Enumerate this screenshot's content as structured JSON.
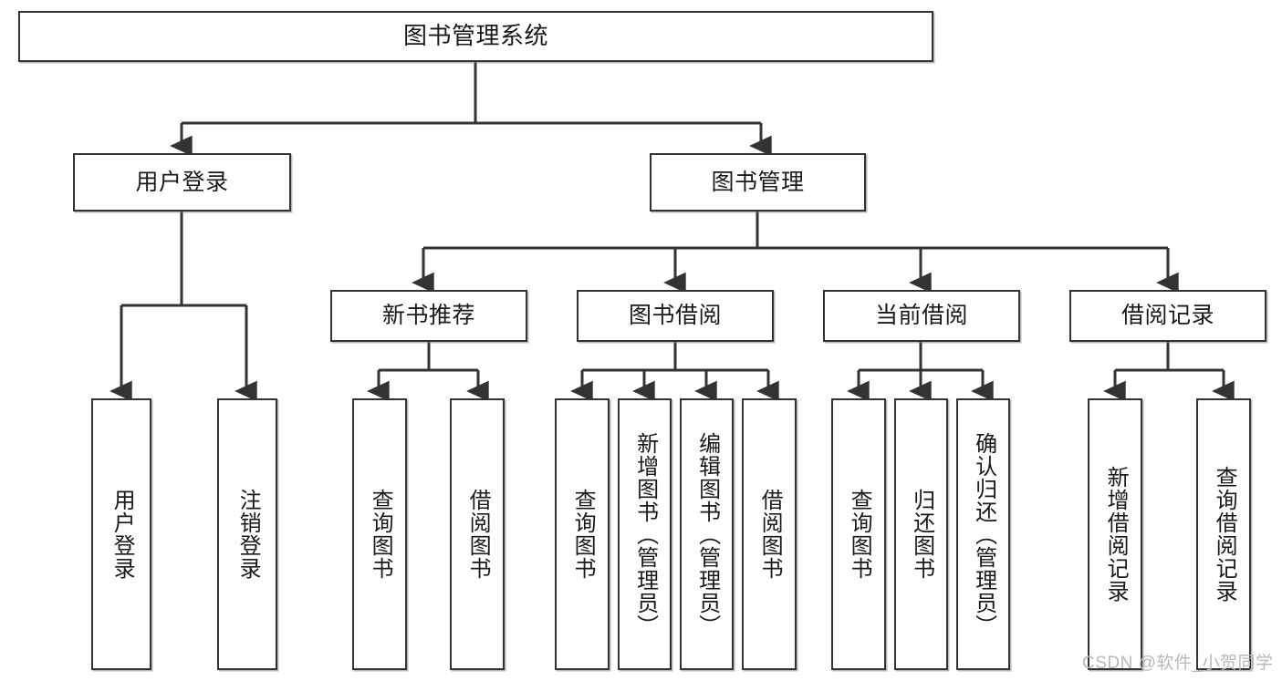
{
  "diagram": {
    "type": "tree-hierarchy",
    "title": "图书管理系统",
    "watermark": "CSDN @软件_小贺同学",
    "colors": {
      "box_border": "#333333",
      "box_fill": "#ffffff",
      "edge": "#333333",
      "text": "#1a1a1a",
      "watermark": "#b9b9b9",
      "background": "#ffffff"
    },
    "nodes": {
      "root": {
        "label": "图书管理系统"
      },
      "level2": [
        {
          "id": "user-login",
          "label": "用户登录"
        },
        {
          "id": "book-manage",
          "label": "图书管理"
        }
      ],
      "level3": [
        {
          "id": "new-book-recommend",
          "label": "新书推荐"
        },
        {
          "id": "book-borrow",
          "label": "图书借阅"
        },
        {
          "id": "current-borrow",
          "label": "当前借阅"
        },
        {
          "id": "borrow-record",
          "label": "借阅记录"
        }
      ],
      "leaves": {
        "user-login": [
          {
            "id": "leaf-user-login",
            "label": "用户登录"
          },
          {
            "id": "leaf-logout-login",
            "label": "注销登录"
          }
        ],
        "new-book-recommend": [
          {
            "id": "leaf-query-book-1",
            "label": "查询图书"
          },
          {
            "id": "leaf-borrow-book-1",
            "label": "借阅图书"
          }
        ],
        "book-borrow": [
          {
            "id": "leaf-query-book-2",
            "label": "查询图书"
          },
          {
            "id": "leaf-add-book",
            "label": "新增图书（管理员）"
          },
          {
            "id": "leaf-edit-book",
            "label": "编辑图书（管理员）"
          },
          {
            "id": "leaf-borrow-book-2",
            "label": "借阅图书"
          }
        ],
        "current-borrow": [
          {
            "id": "leaf-query-book-3",
            "label": "查询图书"
          },
          {
            "id": "leaf-return-book",
            "label": "归还图书"
          },
          {
            "id": "leaf-confirm-return",
            "label": "确认归还（管理员）"
          }
        ],
        "borrow-record": [
          {
            "id": "leaf-add-record",
            "label": "新增借阅记录"
          },
          {
            "id": "leaf-query-record",
            "label": "查询借阅记录"
          }
        ]
      }
    }
  }
}
